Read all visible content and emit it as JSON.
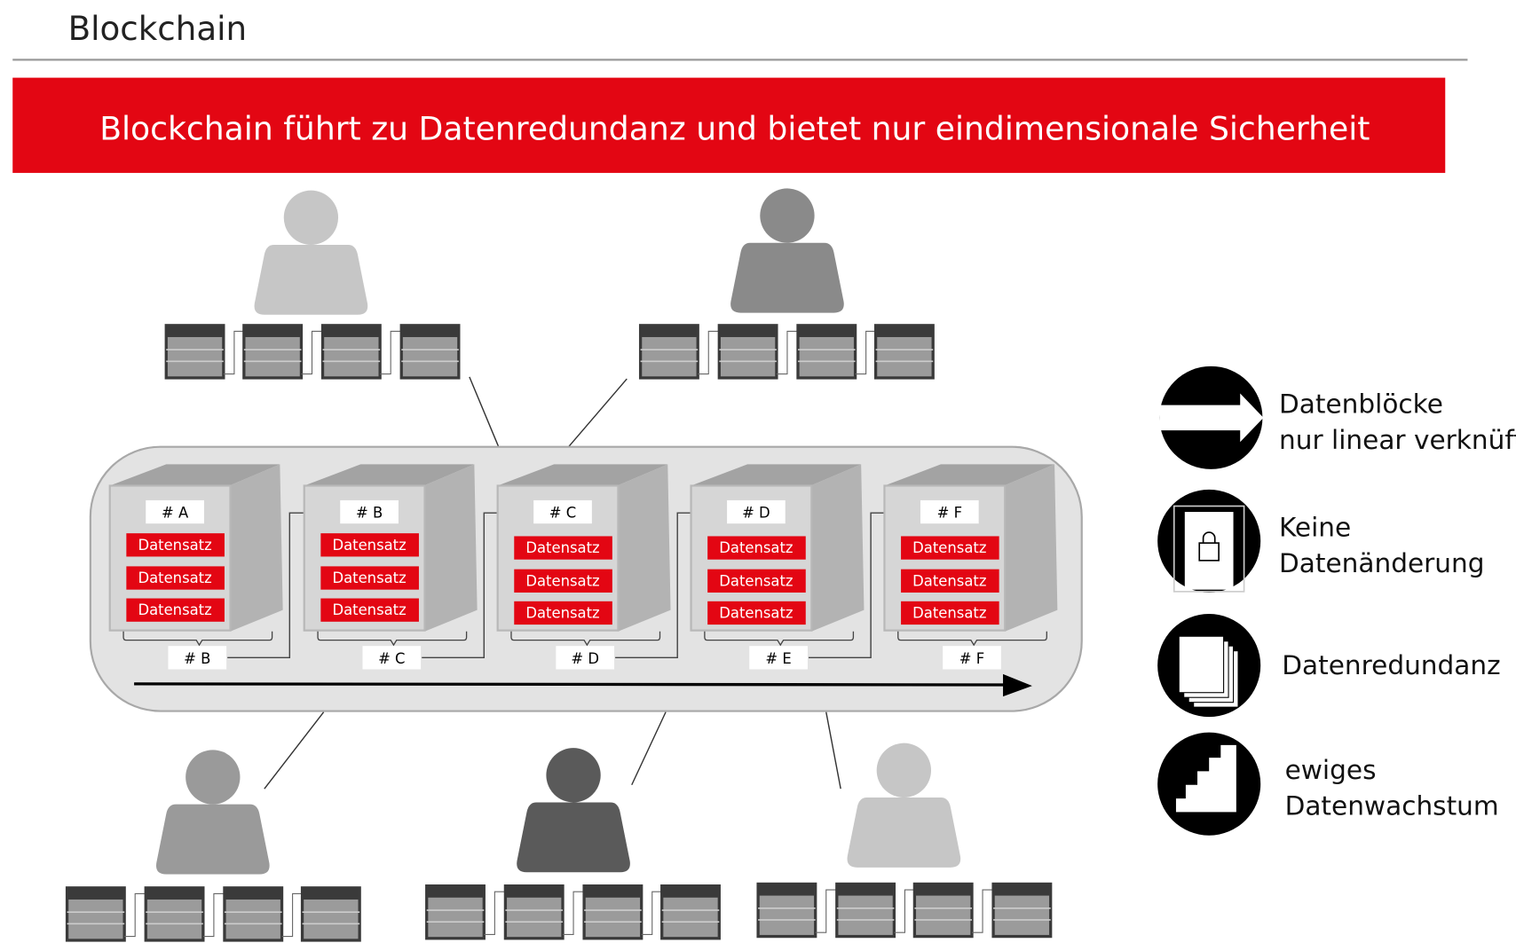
{
  "header": {
    "title": "Blockchain"
  },
  "banner": {
    "text": "Blockchain führt zu Datenredundanz und bietet nur eindimensionale Sicherheit",
    "color": "#e30613"
  },
  "chain": {
    "blocks": [
      {
        "hash": "# A",
        "records": [
          "Datensatz",
          "Datensatz",
          "Datensatz"
        ],
        "next_hash": "# B"
      },
      {
        "hash": "# B",
        "records": [
          "Datensatz",
          "Datensatz",
          "Datensatz"
        ],
        "next_hash": "# C"
      },
      {
        "hash": "# C",
        "records": [
          "Datensatz",
          "Datensatz",
          "Datensatz"
        ],
        "next_hash": "# D"
      },
      {
        "hash": "# D",
        "records": [
          "Datensatz",
          "Datensatz",
          "Datensatz"
        ],
        "next_hash": "# E"
      },
      {
        "hash": "# F",
        "records": [
          "Datensatz",
          "Datensatz",
          "Datensatz"
        ],
        "next_hash": "# F"
      }
    ]
  },
  "participants": [
    {
      "color": "#c6c6c6"
    },
    {
      "color": "#8a8a8a"
    },
    {
      "color": "#9a9a9a"
    },
    {
      "color": "#5a5a5a"
    },
    {
      "color": "#c6c6c6"
    }
  ],
  "legend": [
    {
      "icon": "arrow-right-icon",
      "lines": [
        "Datenblöcke",
        "nur linear verknüft"
      ]
    },
    {
      "icon": "lock-icon",
      "lines": [
        "Keine",
        "Datenänderung"
      ]
    },
    {
      "icon": "documents-stack-icon",
      "lines": [
        "Datenredundanz"
      ]
    },
    {
      "icon": "stairs-icon",
      "lines": [
        "ewiges",
        "Datenwachstum"
      ]
    }
  ]
}
